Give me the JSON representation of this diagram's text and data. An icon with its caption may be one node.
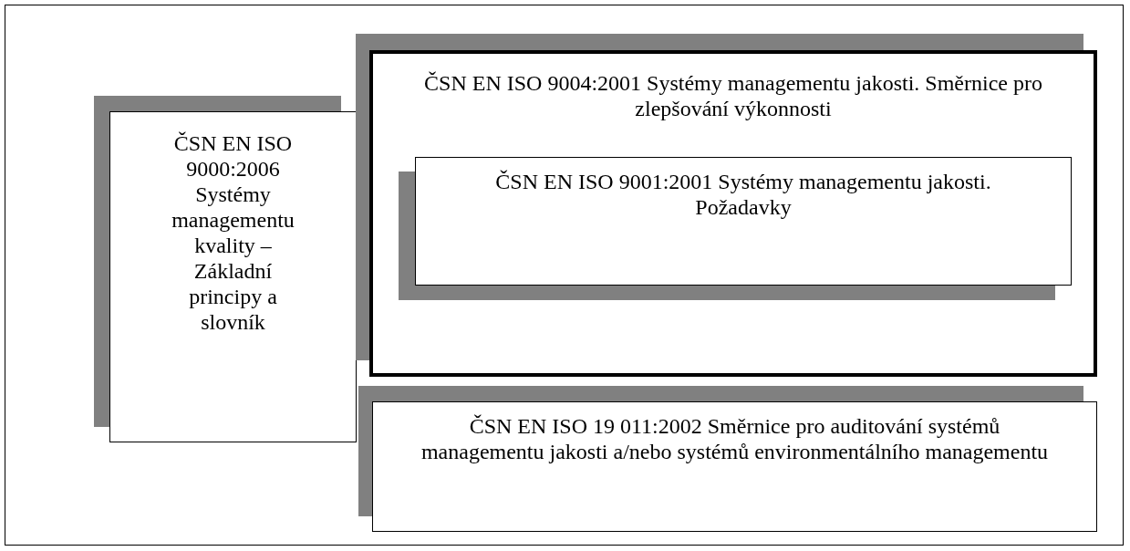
{
  "diagram": {
    "nodes": [
      {
        "text": [
          "ČSN EN ISO 9000:2006 Systémy managementu kvality – Základní principy a slovník"
        ]
      },
      {
        "text": [
          "ČSN EN ISO 9004:2001 Systémy managementu jakosti. Směrnice pro zlepšování výkonnosti"
        ]
      },
      {
        "text": [
          "ČSN EN ISO 9001:2001 Systémy managementu jakosti. Požadavky"
        ],
        "in": 1
      },
      {
        "text": [
          "ČSN EN ISO 19 011:2002 Směrnice pro auditování systémů managementu jakosti a/nebo systémů environmentálního managementu"
        ]
      }
    ]
  }
}
